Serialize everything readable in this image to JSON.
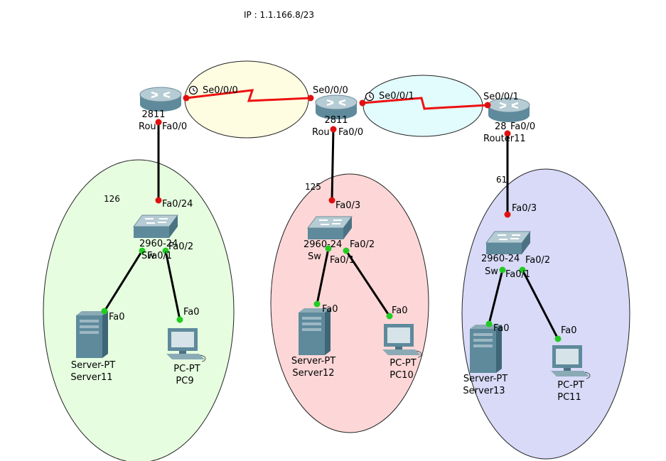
{
  "workspace": {
    "ip_note": "IP : 1.1.166.8/23"
  },
  "segments": {
    "left_hosts": "126",
    "middle_hosts": "125",
    "right_hosts": "61"
  },
  "routers": {
    "r_left": {
      "model": "2811",
      "name": "Rou",
      "fa_port": "Fa0/0",
      "serial": "Se0/0/0"
    },
    "r_mid": {
      "model": "2811",
      "name": "Rou",
      "fa_port": "Fa0/0",
      "serial_left": "Se0/0/0",
      "serial_right": "Se0/0/1"
    },
    "r_right": {
      "model": "28",
      "name": "Router11",
      "fa_port": "Fa0/0",
      "serial": "Se0/0/1"
    }
  },
  "switches": {
    "s_left": {
      "model": "2960-24",
      "name": "Sw",
      "uplink": "Fa0/24",
      "port1": "Fa0/1",
      "port2": "Fa0/2"
    },
    "s_mid": {
      "model": "2960-24",
      "name": "Sw",
      "uplink": "Fa0/3",
      "port1": "Fa0/1",
      "port2": "Fa0/2"
    },
    "s_right": {
      "model": "2960-24",
      "name": "Sw",
      "uplink": "Fa0/3",
      "port1": "Fa0/1",
      "port2": "Fa0/2"
    }
  },
  "hosts": {
    "server11": {
      "type": "Server-PT",
      "name": "Server11",
      "port": "Fa0"
    },
    "pc9": {
      "type": "PC-PT",
      "name": "PC9",
      "port": "Fa0"
    },
    "server12": {
      "type": "Server-PT",
      "name": "Server12",
      "port": "Fa0"
    },
    "pc10": {
      "type": "PC-PT",
      "name": "PC10",
      "port": "Fa0"
    },
    "server13": {
      "type": "Server-PT",
      "name": "Server13",
      "port": "Fa0"
    },
    "pc11": {
      "type": "PC-PT",
      "name": "PC11",
      "port": "Fa0"
    }
  },
  "colors": {
    "zone_yellow": "#fefde2",
    "zone_cyan": "#e2fbfd",
    "zone_green": "#e6fde0",
    "zone_pink": "#fdd7d7",
    "zone_blue": "#d8daf8",
    "serial_link": "#ee1111",
    "link_down": "#e01010",
    "link_up": "#22cc22",
    "device_blue": "#5e8a9c"
  }
}
